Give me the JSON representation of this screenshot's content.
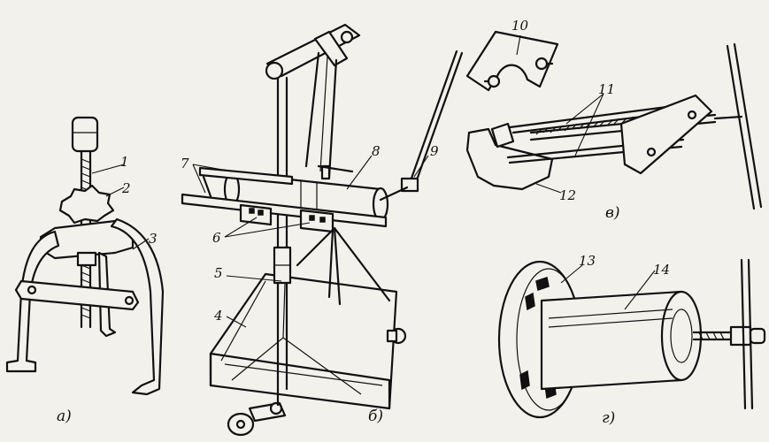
{
  "panels": {
    "a": "а)",
    "b": "б)",
    "v": "в)",
    "g": "г)"
  },
  "callouts": {
    "c1": "1",
    "c2": "2",
    "c3": "3",
    "c4": "4",
    "c5": "5",
    "c6": "6",
    "c7": "7",
    "c8": "8",
    "c9": "9",
    "c10": "10",
    "c11": "11",
    "c12": "12",
    "c13": "13",
    "c14": "14"
  }
}
